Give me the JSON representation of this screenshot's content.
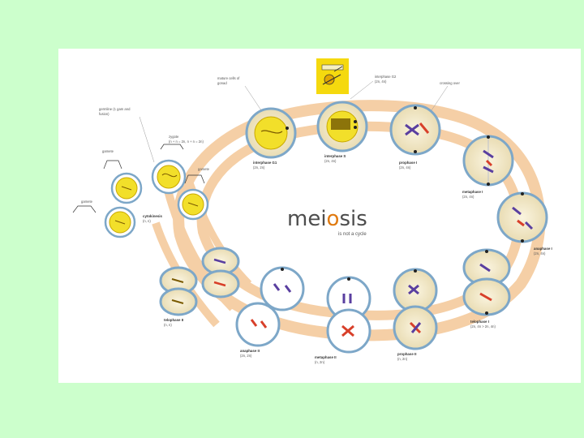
{
  "slide": {
    "background": "#ccffcc",
    "panel_background": "#ffffff"
  },
  "diagram": {
    "title_prefix": "mei",
    "title_o": "o",
    "title_suffix": "sis",
    "subtitle": "is not a cycle",
    "colors": {
      "track": "#f5cfa6",
      "track_edge": "#e8b27c",
      "cell_fill": "#f2e8c8",
      "cell_ring": "#7da7c8",
      "membrane": "#bcd3e6",
      "nucleus_yellow": "#f2df2a",
      "chrom_purple": "#5a3fa0",
      "chrom_red": "#d8402a",
      "title_o": "#e07a10"
    },
    "labels": {
      "interphase_g1": [
        "interphase G1",
        "(2n, 2n)"
      ],
      "interphase_s": [
        "interphase S",
        "(2n, 4n)"
      ],
      "interphase_g2": [
        "interphase G2",
        "(2n, 4n)"
      ],
      "prophase_1": [
        "prophase I",
        "(2n, 4n)"
      ],
      "metaphase_1": [
        "metaphase I",
        "(2n, 4n)"
      ],
      "anaphase_1": [
        "anaphase I",
        "(2n, 4n)"
      ],
      "telophase_1": [
        "telophase I",
        "(2n, 4n > 2n, 4n)"
      ],
      "prophase_2": [
        "prophase II",
        "(n, 2n)"
      ],
      "metaphase_2": [
        "metaphase II",
        "(n, 2n)"
      ],
      "anaphase_2": [
        "anaphase II",
        "(2n, 2n)"
      ],
      "telophase_2": [
        "telophase II",
        "(n, n)"
      ],
      "cytokinesis": [
        "cytokinesis",
        "(n, n)"
      ],
      "zygote": [
        "zygote",
        "(n + n = 2n, n + n = 2n)"
      ],
      "gamete_1": "gamete",
      "gamete_2": "gamete",
      "gamete_3": "gamete",
      "mature_cells": [
        "mature cells of",
        "gonad"
      ],
      "crossing_over": "crossing over",
      "germ_cells": [
        "germline (1 gam and",
        "fusion)"
      ]
    }
  }
}
